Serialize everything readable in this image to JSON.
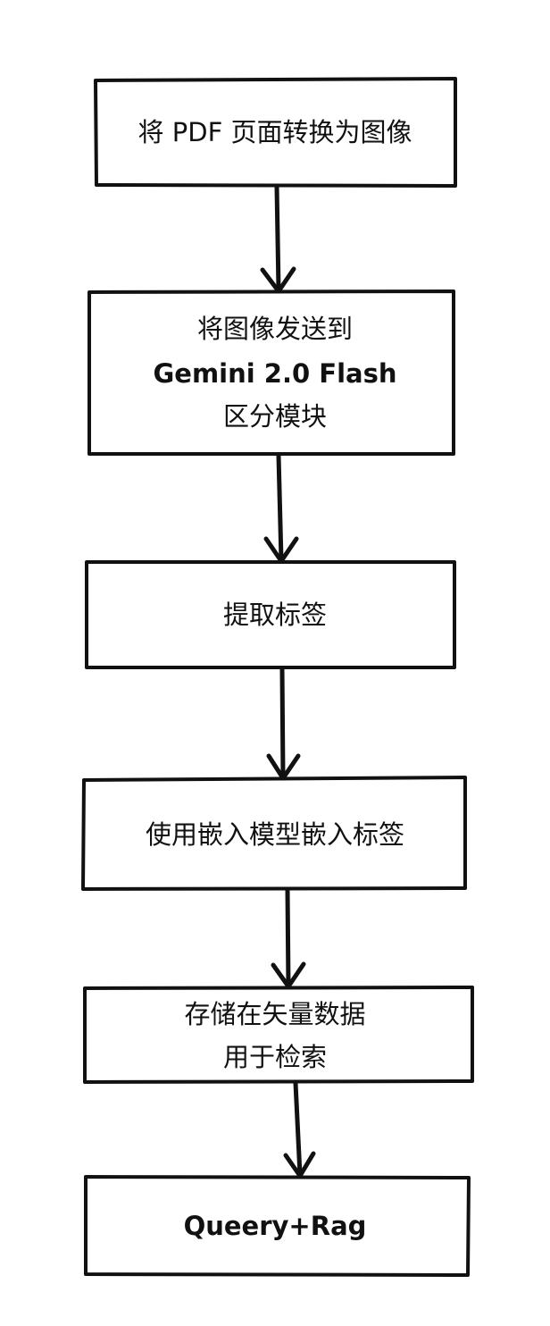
{
  "flowchart": {
    "steps": [
      {
        "label": "将 PDF 页面转换为图像"
      },
      {
        "label_lines": [
          "将图像发送到",
          "Gemini 2.0 Flash",
          "区分模块"
        ]
      },
      {
        "label": "提取标签"
      },
      {
        "label": "使用嵌入模型嵌入标签"
      },
      {
        "label_lines": [
          "存储在矢量数据",
          "用于检索"
        ]
      },
      {
        "label": "Queery+Rag"
      }
    ]
  },
  "colors": {
    "stroke": "#111111",
    "background": "#ffffff",
    "text": "#111111"
  }
}
